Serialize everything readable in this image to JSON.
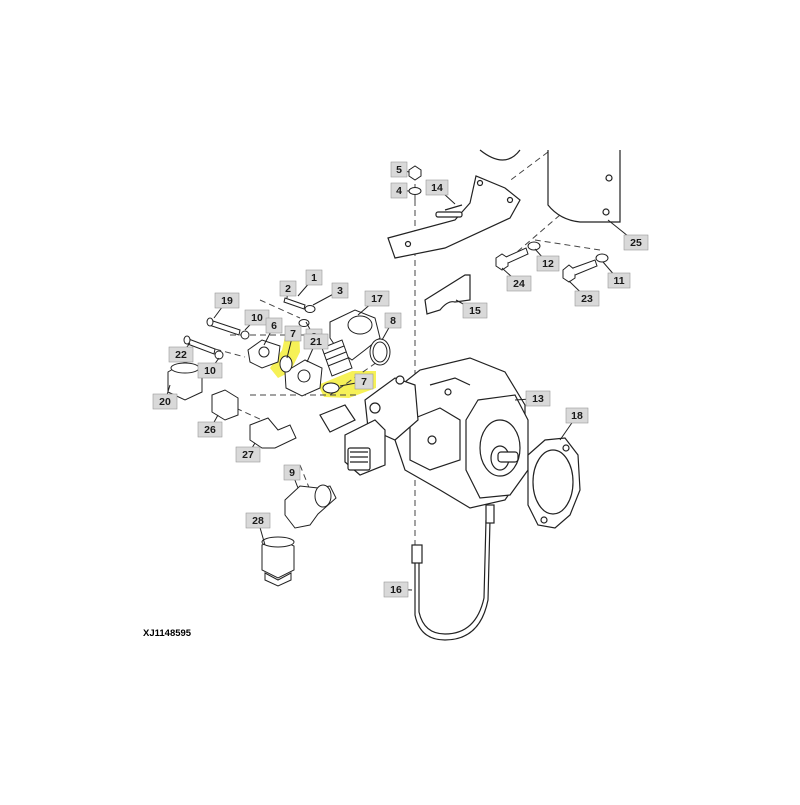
{
  "diagram": {
    "reference_code": "XJ1148595",
    "callouts": [
      {
        "id": "c5",
        "label": "5"
      },
      {
        "id": "c4",
        "label": "4"
      },
      {
        "id": "c14",
        "label": "14"
      },
      {
        "id": "c25",
        "label": "25"
      },
      {
        "id": "c12",
        "label": "12"
      },
      {
        "id": "c11",
        "label": "11"
      },
      {
        "id": "c24",
        "label": "24"
      },
      {
        "id": "c23",
        "label": "23"
      },
      {
        "id": "c15",
        "label": "15"
      },
      {
        "id": "c1",
        "label": "1"
      },
      {
        "id": "c2",
        "label": "2"
      },
      {
        "id": "c3a",
        "label": "3"
      },
      {
        "id": "c19",
        "label": "19"
      },
      {
        "id": "c17",
        "label": "17"
      },
      {
        "id": "c10a",
        "label": "10"
      },
      {
        "id": "c6",
        "label": "6"
      },
      {
        "id": "c3b",
        "label": "3"
      },
      {
        "id": "c8",
        "label": "8"
      },
      {
        "id": "c7a",
        "label": "7"
      },
      {
        "id": "c21",
        "label": "21"
      },
      {
        "id": "c22",
        "label": "22"
      },
      {
        "id": "c10b",
        "label": "10"
      },
      {
        "id": "c7b",
        "label": "7"
      },
      {
        "id": "c20",
        "label": "20"
      },
      {
        "id": "c13",
        "label": "13"
      },
      {
        "id": "c18",
        "label": "18"
      },
      {
        "id": "c26",
        "label": "26"
      },
      {
        "id": "c27",
        "label": "27"
      },
      {
        "id": "c9",
        "label": "9"
      },
      {
        "id": "c28",
        "label": "28"
      },
      {
        "id": "c16",
        "label": "16"
      }
    ],
    "highlight_color": "#f4ee3a",
    "label_fill": "#d9d9d9",
    "line_color": "#222222"
  }
}
